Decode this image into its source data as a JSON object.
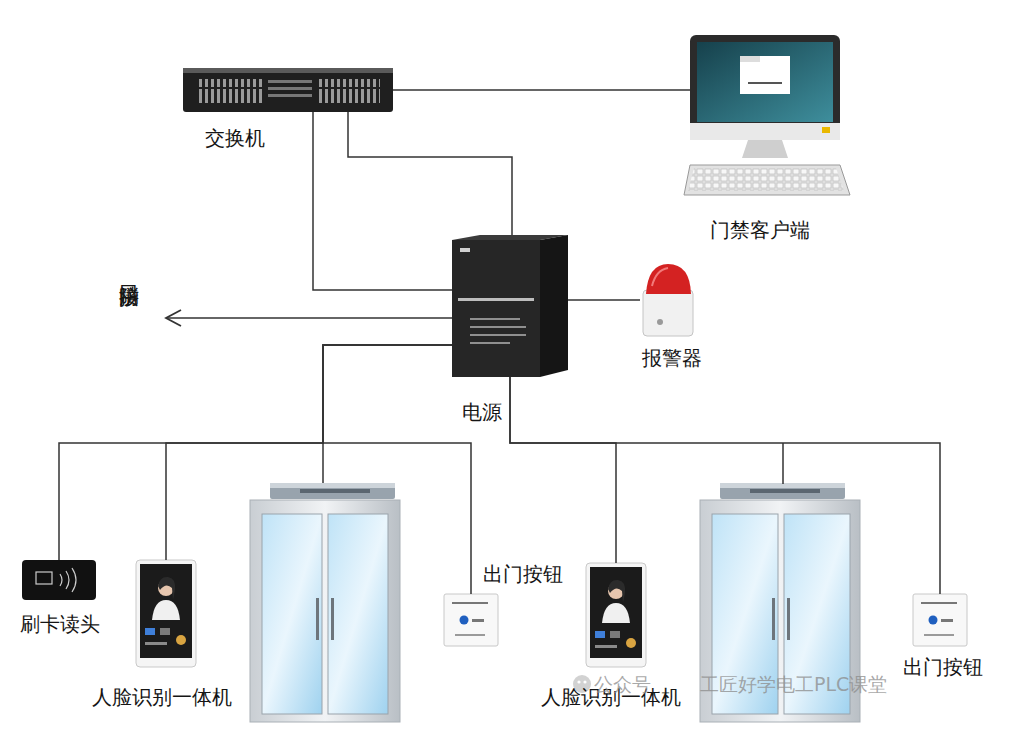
{
  "diagram": {
    "nodes": [
      {
        "text": [
          "交换机"
        ]
      },
      {
        "text": [
          "门禁客户端"
        ]
      },
      {
        "text": [
          "电源"
        ]
      },
      {
        "text": [
          "报警器"
        ]
      },
      {
        "text": [
          "刷卡读头"
        ]
      },
      {
        "text": [
          "人脸识别一体机"
        ]
      },
      {
        "text": [
          "出门按钮"
        ]
      },
      {
        "text": [
          "人脸识别一体机"
        ]
      },
      {
        "text": [
          "出门按钮"
        ]
      }
    ],
    "edges": [
      {
        "from": 0,
        "to": 1,
        "arrow": "none"
      },
      {
        "from": 0,
        "to": 2,
        "arrow": "none"
      },
      {
        "from": 0,
        "to": 2,
        "arrow": "none"
      },
      {
        "from": 2,
        "to": 3,
        "arrow": "none"
      },
      {
        "from": 2,
        "to": 4,
        "arrow": "none"
      },
      {
        "from": 2,
        "to": 5,
        "arrow": "none"
      },
      {
        "from": 2,
        "to": 6,
        "arrow": "none"
      },
      {
        "from": 2,
        "to": 7,
        "arrow": "none"
      },
      {
        "from": 2,
        "to": 8,
        "arrow": "none"
      }
    ],
    "labels": [
      "消防接口",
      "公众号",
      "工匠好学电工PLC课堂"
    ]
  }
}
